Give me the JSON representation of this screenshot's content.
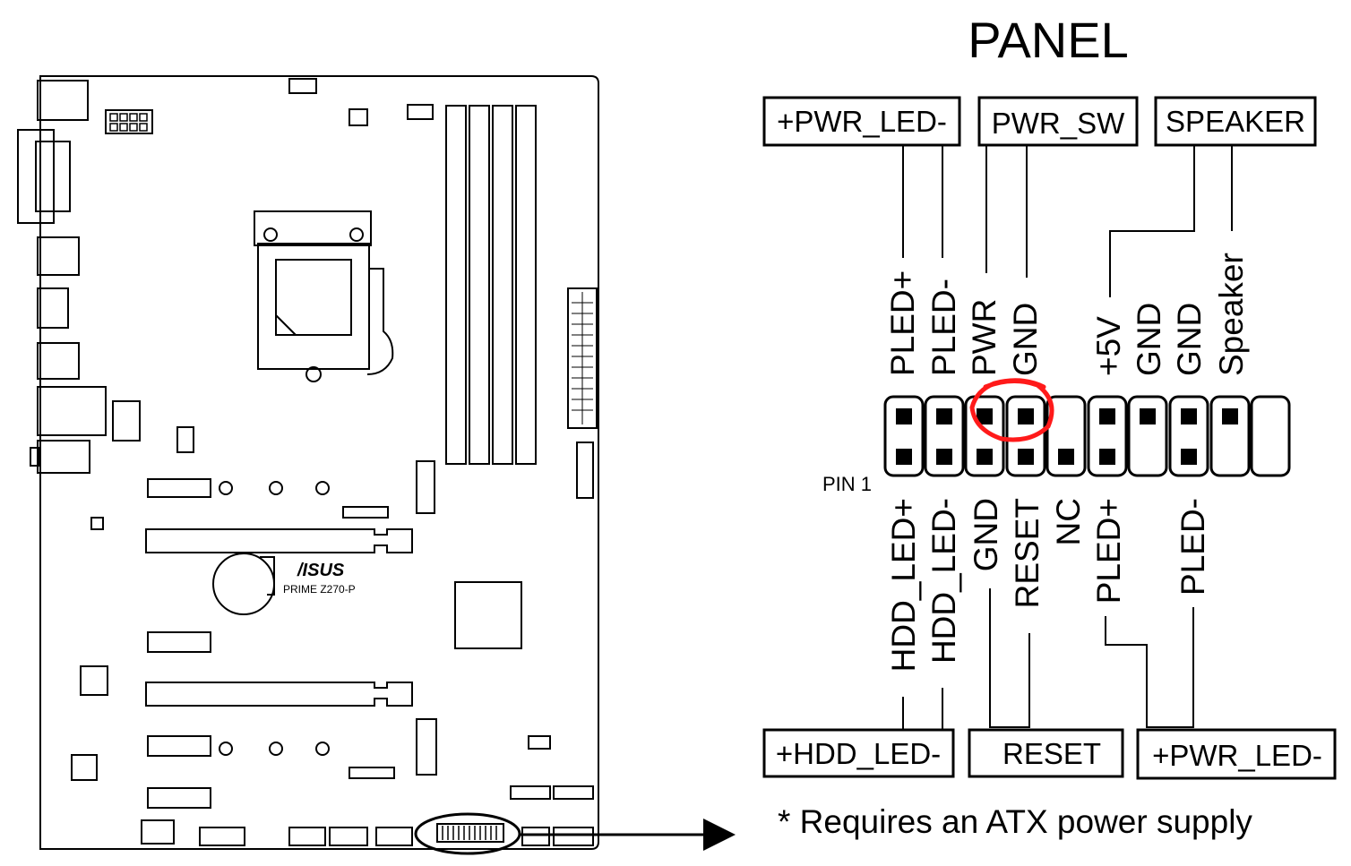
{
  "title": "PANEL",
  "board": {
    "brand": "/ISUS",
    "model": "PRIME Z270-P"
  },
  "top_boxes": {
    "pwr_led": "+PWR_LED-",
    "pwr_sw": "PWR_SW",
    "speaker": "SPEAKER"
  },
  "bottom_boxes": {
    "hdd_led": "+HDD_LED-",
    "reset": "RESET",
    "pwr_led": "+PWR_LED-"
  },
  "pin_labels_top": [
    "PLED+",
    "PLED-",
    "PWR",
    "GND",
    "+5V",
    "GND",
    "GND",
    "Speaker"
  ],
  "pin_labels_bottom": [
    "HDD_LED+",
    "HDD_LED-",
    "GND",
    "RESET",
    "NC",
    "PLED+",
    "PLED-"
  ],
  "pin1_label": "PIN 1",
  "footnote": "* Requires an ATX power supply",
  "colors": {
    "line": "#000000",
    "highlight": "#ff1a1a",
    "background": "#ffffff"
  }
}
